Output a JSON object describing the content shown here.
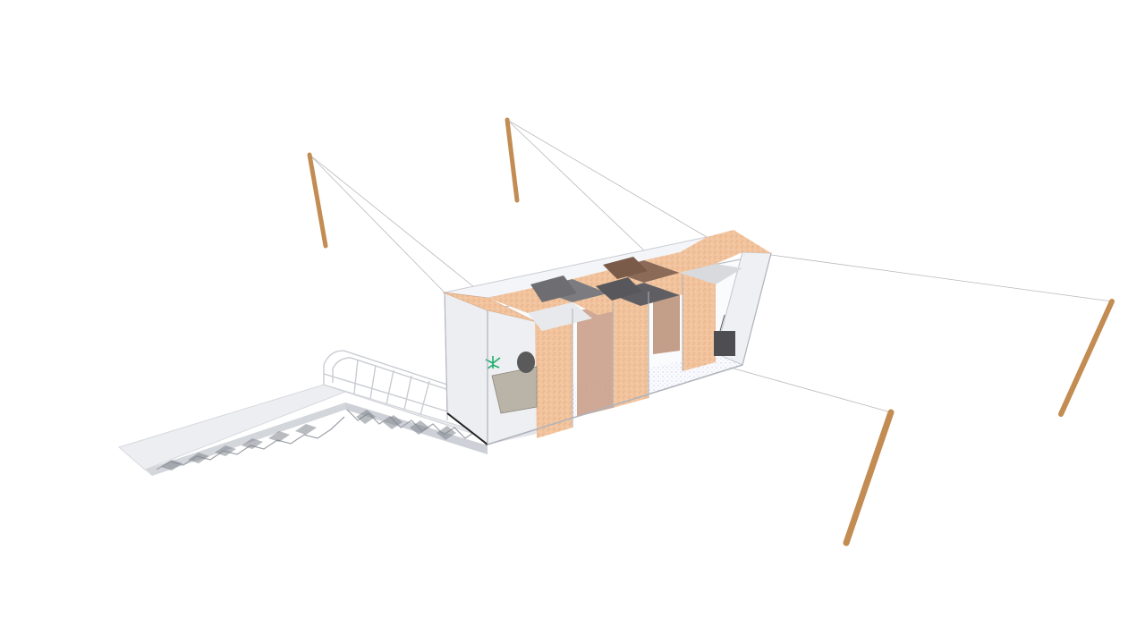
{
  "scene": {
    "background": "#ffffff",
    "colors": {
      "pole": "#c8945a",
      "pole_dark": "#a8743c",
      "cable": "#b5b5b5",
      "cork": "#f2c49e",
      "glass_edge": "#c9cbd4",
      "glass_fill": "#eef0f4",
      "dark_panel": "#8a8a8a",
      "brown_panel": "#9c7a62",
      "floor": "#c8c4f0",
      "walkway": "#e4e6ea",
      "truss": "#bfc2c8",
      "plant": "#2fbf7a"
    },
    "objects": [
      "suspension-pole",
      "tension-cable",
      "tree-house-cabin",
      "access-ramp",
      "stair-railing",
      "roof-panels",
      "plant",
      "chair",
      "desk"
    ]
  }
}
